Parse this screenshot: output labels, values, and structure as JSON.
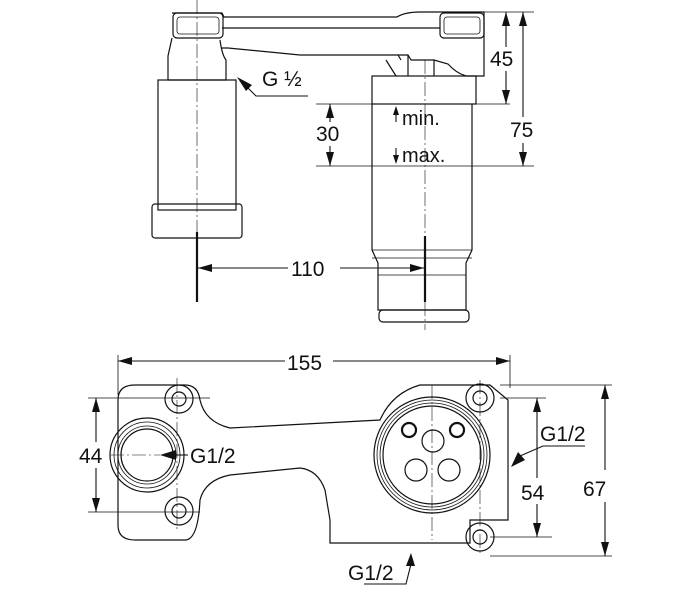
{
  "title": "Wall-mounted mixer body dimension drawing",
  "top_view": {
    "thread_label": "G ½",
    "dim_45": "45",
    "dim_75": "75",
    "dim_30": "30",
    "min_label": "min.",
    "max_label": "max.",
    "dim_110": "110"
  },
  "bottom_view": {
    "dim_155": "155",
    "dim_44": "44",
    "dim_54": "54",
    "dim_67": "67",
    "thread_left": "G1/2",
    "thread_right": "G1/2",
    "thread_bottom": "G1/2"
  }
}
